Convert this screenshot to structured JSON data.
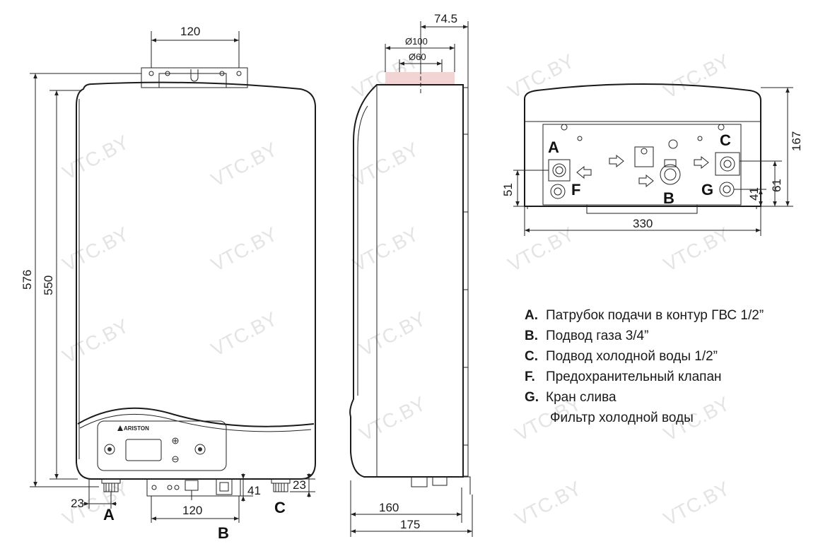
{
  "watermark": "VTC.BY",
  "brand": "ARISTON",
  "front": {
    "dim_top_width": "120",
    "dim_total_height": "576",
    "dim_body_height": "550",
    "dim_left_offset": "23",
    "dim_bottom_width": "120",
    "dim_gas_offset": "41",
    "dim_right_offset": "23",
    "label_a": "A",
    "label_b": "B",
    "label_c": "C"
  },
  "side": {
    "dim_top_offset": "74.5",
    "dim_flue_outer": "Ø100",
    "dim_flue_inner": "Ø60",
    "dim_depth_body": "160",
    "dim_depth_total": "175"
  },
  "bottom": {
    "dim_height": "167",
    "dim_width": "330",
    "dim_left": "51",
    "dim_right_inner": "41",
    "dim_right_outer": "61",
    "label_a": "A",
    "label_b": "B",
    "label_c": "C",
    "label_f": "F",
    "label_g": "G"
  },
  "legend": {
    "items": [
      {
        "key": "A.",
        "text": "Патрубок подачи в контур ГВС 1/2”"
      },
      {
        "key": "B.",
        "text": "Подвод газа 3/4”"
      },
      {
        "key": "C.",
        "text": "Подвод холодной воды 1/2”"
      },
      {
        "key": "F.",
        "text": "Предохранительный клапан"
      },
      {
        "key": "G.",
        "text": "Кран слива"
      }
    ],
    "extra": "Фильтр холодной воды"
  }
}
